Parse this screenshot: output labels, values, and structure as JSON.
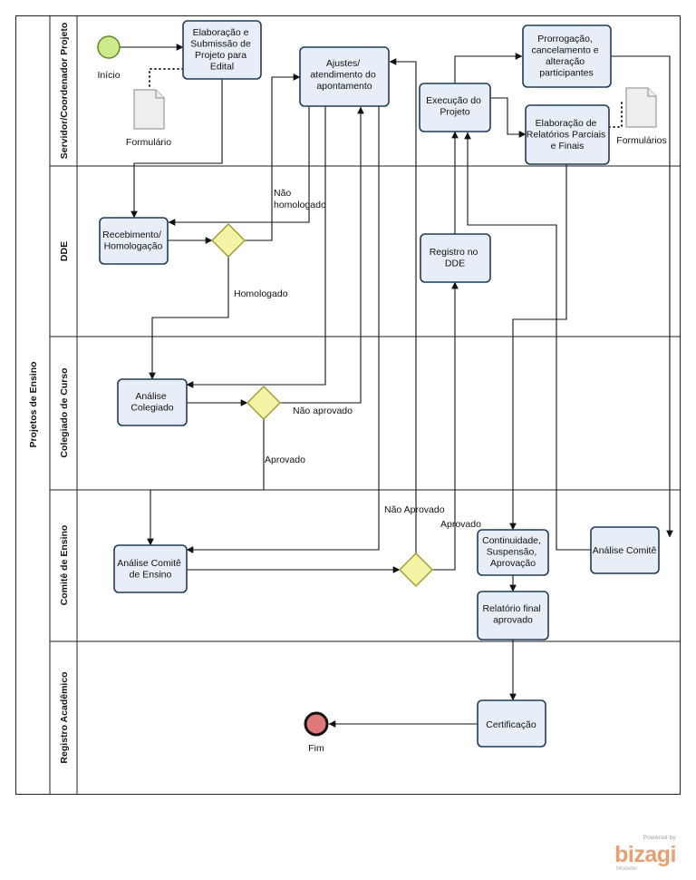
{
  "pool": {
    "title": "Projetos de Ensino"
  },
  "lanes": [
    {
      "id": "servidor",
      "title": "Servidor/Coordenador Projeto"
    },
    {
      "id": "dde",
      "title": "DDE"
    },
    {
      "id": "colegiado",
      "title": "Colegiado de Curso"
    },
    {
      "id": "comite",
      "title": "Comitê de Ensino"
    },
    {
      "id": "registro",
      "title": "Registro Acadêmico"
    }
  ],
  "events": {
    "start": "Início",
    "end": "Fim"
  },
  "artifacts": {
    "doc1": "Formulário",
    "doc2": "Formulários"
  },
  "tasks": {
    "elaboracao": [
      "Elaboração e",
      "Submissão de",
      "Projeto para",
      "Edital"
    ],
    "ajustes": [
      "Ajustes/",
      "atendimento  do",
      "apontamento"
    ],
    "execucao": [
      "Execução do",
      "Projeto"
    ],
    "prorrogacao": [
      "Prorrogação,",
      "cancelamento e",
      "alteração",
      "participantes"
    ],
    "relatorios": [
      "Elaboração de",
      "Relatórios Parciais",
      "e Finais"
    ],
    "recebimento": [
      "Recebimento/",
      "Homologação"
    ],
    "registro_dde": [
      "Registro no",
      "DDE"
    ],
    "analise_colegiado": [
      "Análise",
      "Colegiado"
    ],
    "analise_comite_ensino": [
      "Análise Comitê",
      "de Ensino"
    ],
    "continuidade": [
      "Continuidade,",
      "Suspensão,",
      "Aprovação"
    ],
    "analise_comite": [
      "Análise Comitê"
    ],
    "relatorio_final": [
      "Relatório final",
      "aprovado"
    ],
    "certificacao": [
      "Certificação"
    ]
  },
  "edge_labels": {
    "nao_homologado": [
      "Não",
      "homologado"
    ],
    "homologado": "Homologado",
    "nao_aprovado_colegiado": "Não aprovado",
    "aprovado_colegiado": "Aprovado",
    "nao_aprovado_comite": "Não Aprovado",
    "aprovado_comite": "Aprovado"
  },
  "branding": {
    "powered": "Powered by",
    "logo": "bizagi",
    "product": "Modeler"
  },
  "colors": {
    "task_fill": "#e8eef7",
    "task_stroke": "#1f3b5a",
    "start_fill": "#cdeb8b",
    "end_fill": "#e07a7a",
    "gateway_fill": "#f5f3a6"
  }
}
